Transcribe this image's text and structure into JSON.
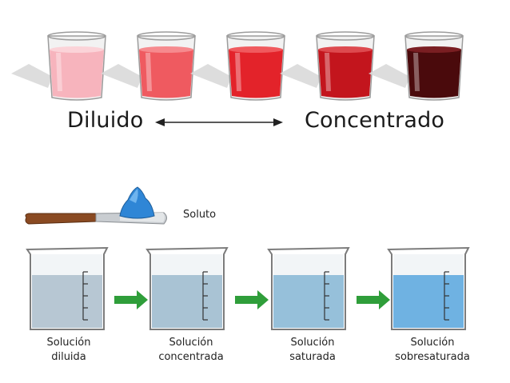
{
  "top": {
    "left_label": "Diluido",
    "right_label": "Concentrado",
    "glasses": [
      {
        "liquid": "#f7b4bd",
        "rim": "#fbd3d8"
      },
      {
        "liquid": "#ef5a60",
        "rim": "#f68a8e"
      },
      {
        "liquid": "#e3232a",
        "rim": "#f05a5e"
      },
      {
        "liquid": "#c3151d",
        "rim": "#dd4a4f"
      },
      {
        "liquid": "#4a0a0c",
        "rim": "#7a1e22"
      }
    ]
  },
  "bottom": {
    "solute_label": "Soluto",
    "beakers": [
      {
        "line1": "Solución",
        "line2": "diluida",
        "liquid": "#b7c7d3"
      },
      {
        "line1": "Solución",
        "line2": "concentrada",
        "liquid": "#a9c3d4"
      },
      {
        "line1": "Solución",
        "line2": "saturada",
        "liquid": "#96c0da"
      },
      {
        "line1": "Solución",
        "line2": "sobresaturada",
        "liquid": "#6fb2e2"
      }
    ],
    "arrow_color": "#2f9e3a",
    "solute_color": "#2f86d6"
  }
}
